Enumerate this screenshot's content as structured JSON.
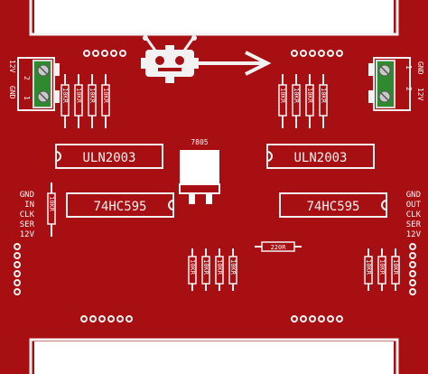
{
  "colors": {
    "board": "#a80f12",
    "silk": "#f2f2f2"
  },
  "labels": {
    "top_chip_left": "ULN2003",
    "top_chip_right": "ULN2003",
    "mid_chip_left": "74HC595",
    "mid_chip_right": "74HC595",
    "regulator": "7805",
    "resistor_middle": "220R",
    "left_resistor": "10KR",
    "resistor_value": "10KR",
    "left_conn_top": "12V",
    "left_conn_bottom": "GND",
    "left_conn_pin1": "1",
    "left_conn_pin2": "2",
    "right_conn_top": "GND",
    "right_conn_bottom": "12V",
    "right_conn_pin1": "1",
    "right_conn_pin2": "2"
  },
  "left_pins": [
    "GND",
    "IN",
    "CLK",
    "SER",
    "12V"
  ],
  "right_pins": [
    "GND",
    "OUT",
    "CLK",
    "SER",
    "12V"
  ],
  "icons": [
    "robot-logo-icon",
    "arrow-right-icon"
  ]
}
